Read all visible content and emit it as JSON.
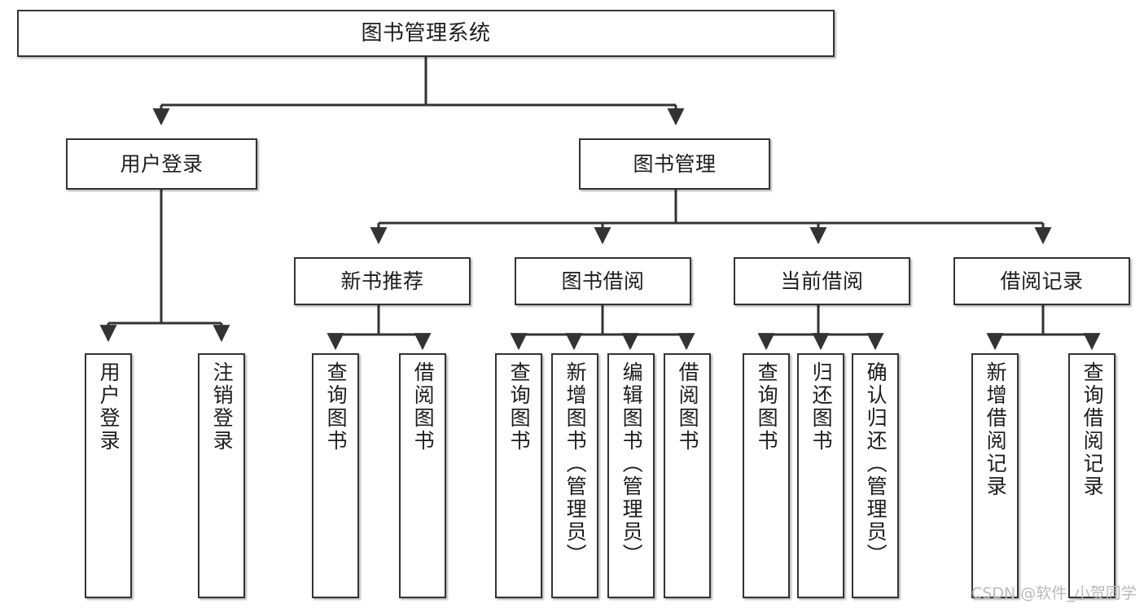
{
  "diagram": {
    "title": "图书管理系统",
    "type": "tree-hierarchy-diagram",
    "watermark": "CSDN @软件_小贺同学",
    "colors": {
      "box_border": "#333333",
      "box_fill": "#ffffff",
      "edge": "#333333",
      "text": "#1d1d1d",
      "watermark": "#b9b9b9",
      "background": "#ffffff"
    }
  },
  "nodes": {
    "root": {
      "label": "图书管理系统"
    },
    "level2": [
      {
        "label": "用户登录"
      },
      {
        "label": "图书管理"
      }
    ],
    "level3": [
      {
        "label": "新书推荐"
      },
      {
        "label": "图书借阅"
      },
      {
        "label": "当前借阅"
      },
      {
        "label": "借阅记录"
      }
    ],
    "leaves": {
      "user_login": [
        {
          "label": "用户登录"
        },
        {
          "label": "注销登录"
        }
      ],
      "new_book_recommend": [
        {
          "label": "查询图书"
        },
        {
          "label": "借阅图书"
        }
      ],
      "book_borrow": [
        {
          "label": "查询图书"
        },
        {
          "label": "新增图书（管理员）"
        },
        {
          "label": "编辑图书（管理员）"
        },
        {
          "label": "借阅图书"
        }
      ],
      "current_borrow": [
        {
          "label": "查询图书"
        },
        {
          "label": "归还图书"
        },
        {
          "label": "确认归还（管理员）"
        }
      ],
      "borrow_record": [
        {
          "label": "新增借阅记录"
        },
        {
          "label": "查询借阅记录"
        }
      ]
    }
  }
}
